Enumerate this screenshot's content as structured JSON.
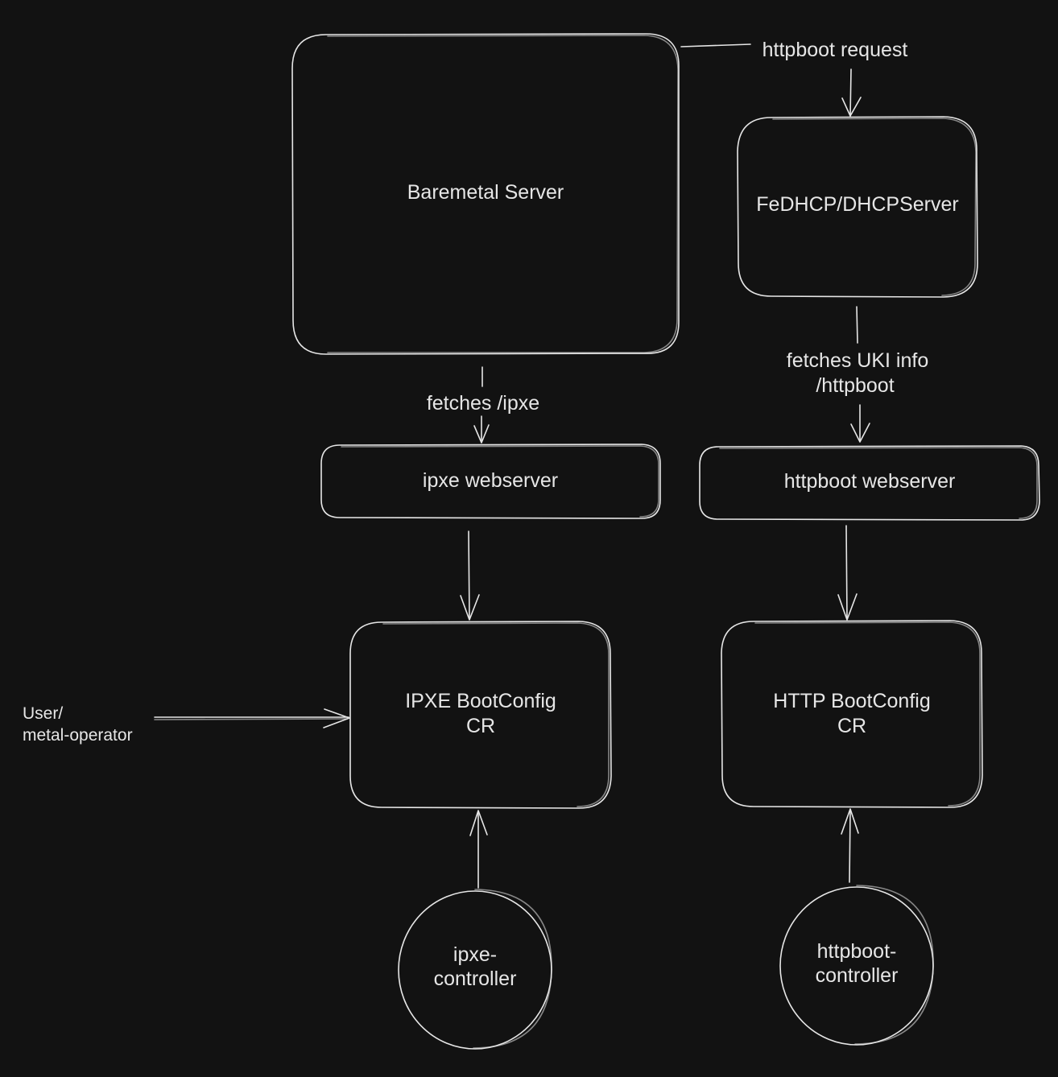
{
  "nodes": {
    "baremetal_server": "Baremetal Server",
    "dhcp_server": "FeDHCP/DHCPServer",
    "ipxe_webserver": "ipxe webserver",
    "httpboot_webserver": "httpboot webserver",
    "ipxe_bootconfig": [
      "IPXE BootConfig",
      "CR"
    ],
    "http_bootconfig": [
      "HTTP BootConfig",
      "CR"
    ],
    "ipxe_controller": [
      "ipxe-",
      "controller"
    ],
    "httpboot_controller": [
      "httpboot-",
      "controller"
    ]
  },
  "edges": {
    "httpboot_request": "httpboot request",
    "fetches_ipxe": "fetches /ipxe",
    "fetches_uki": [
      "fetches UKI info",
      "/httpboot"
    ],
    "user_operator": [
      "User/",
      "metal-operator"
    ]
  },
  "colors": {
    "background": "#121212",
    "stroke": "#e6e6e6"
  }
}
